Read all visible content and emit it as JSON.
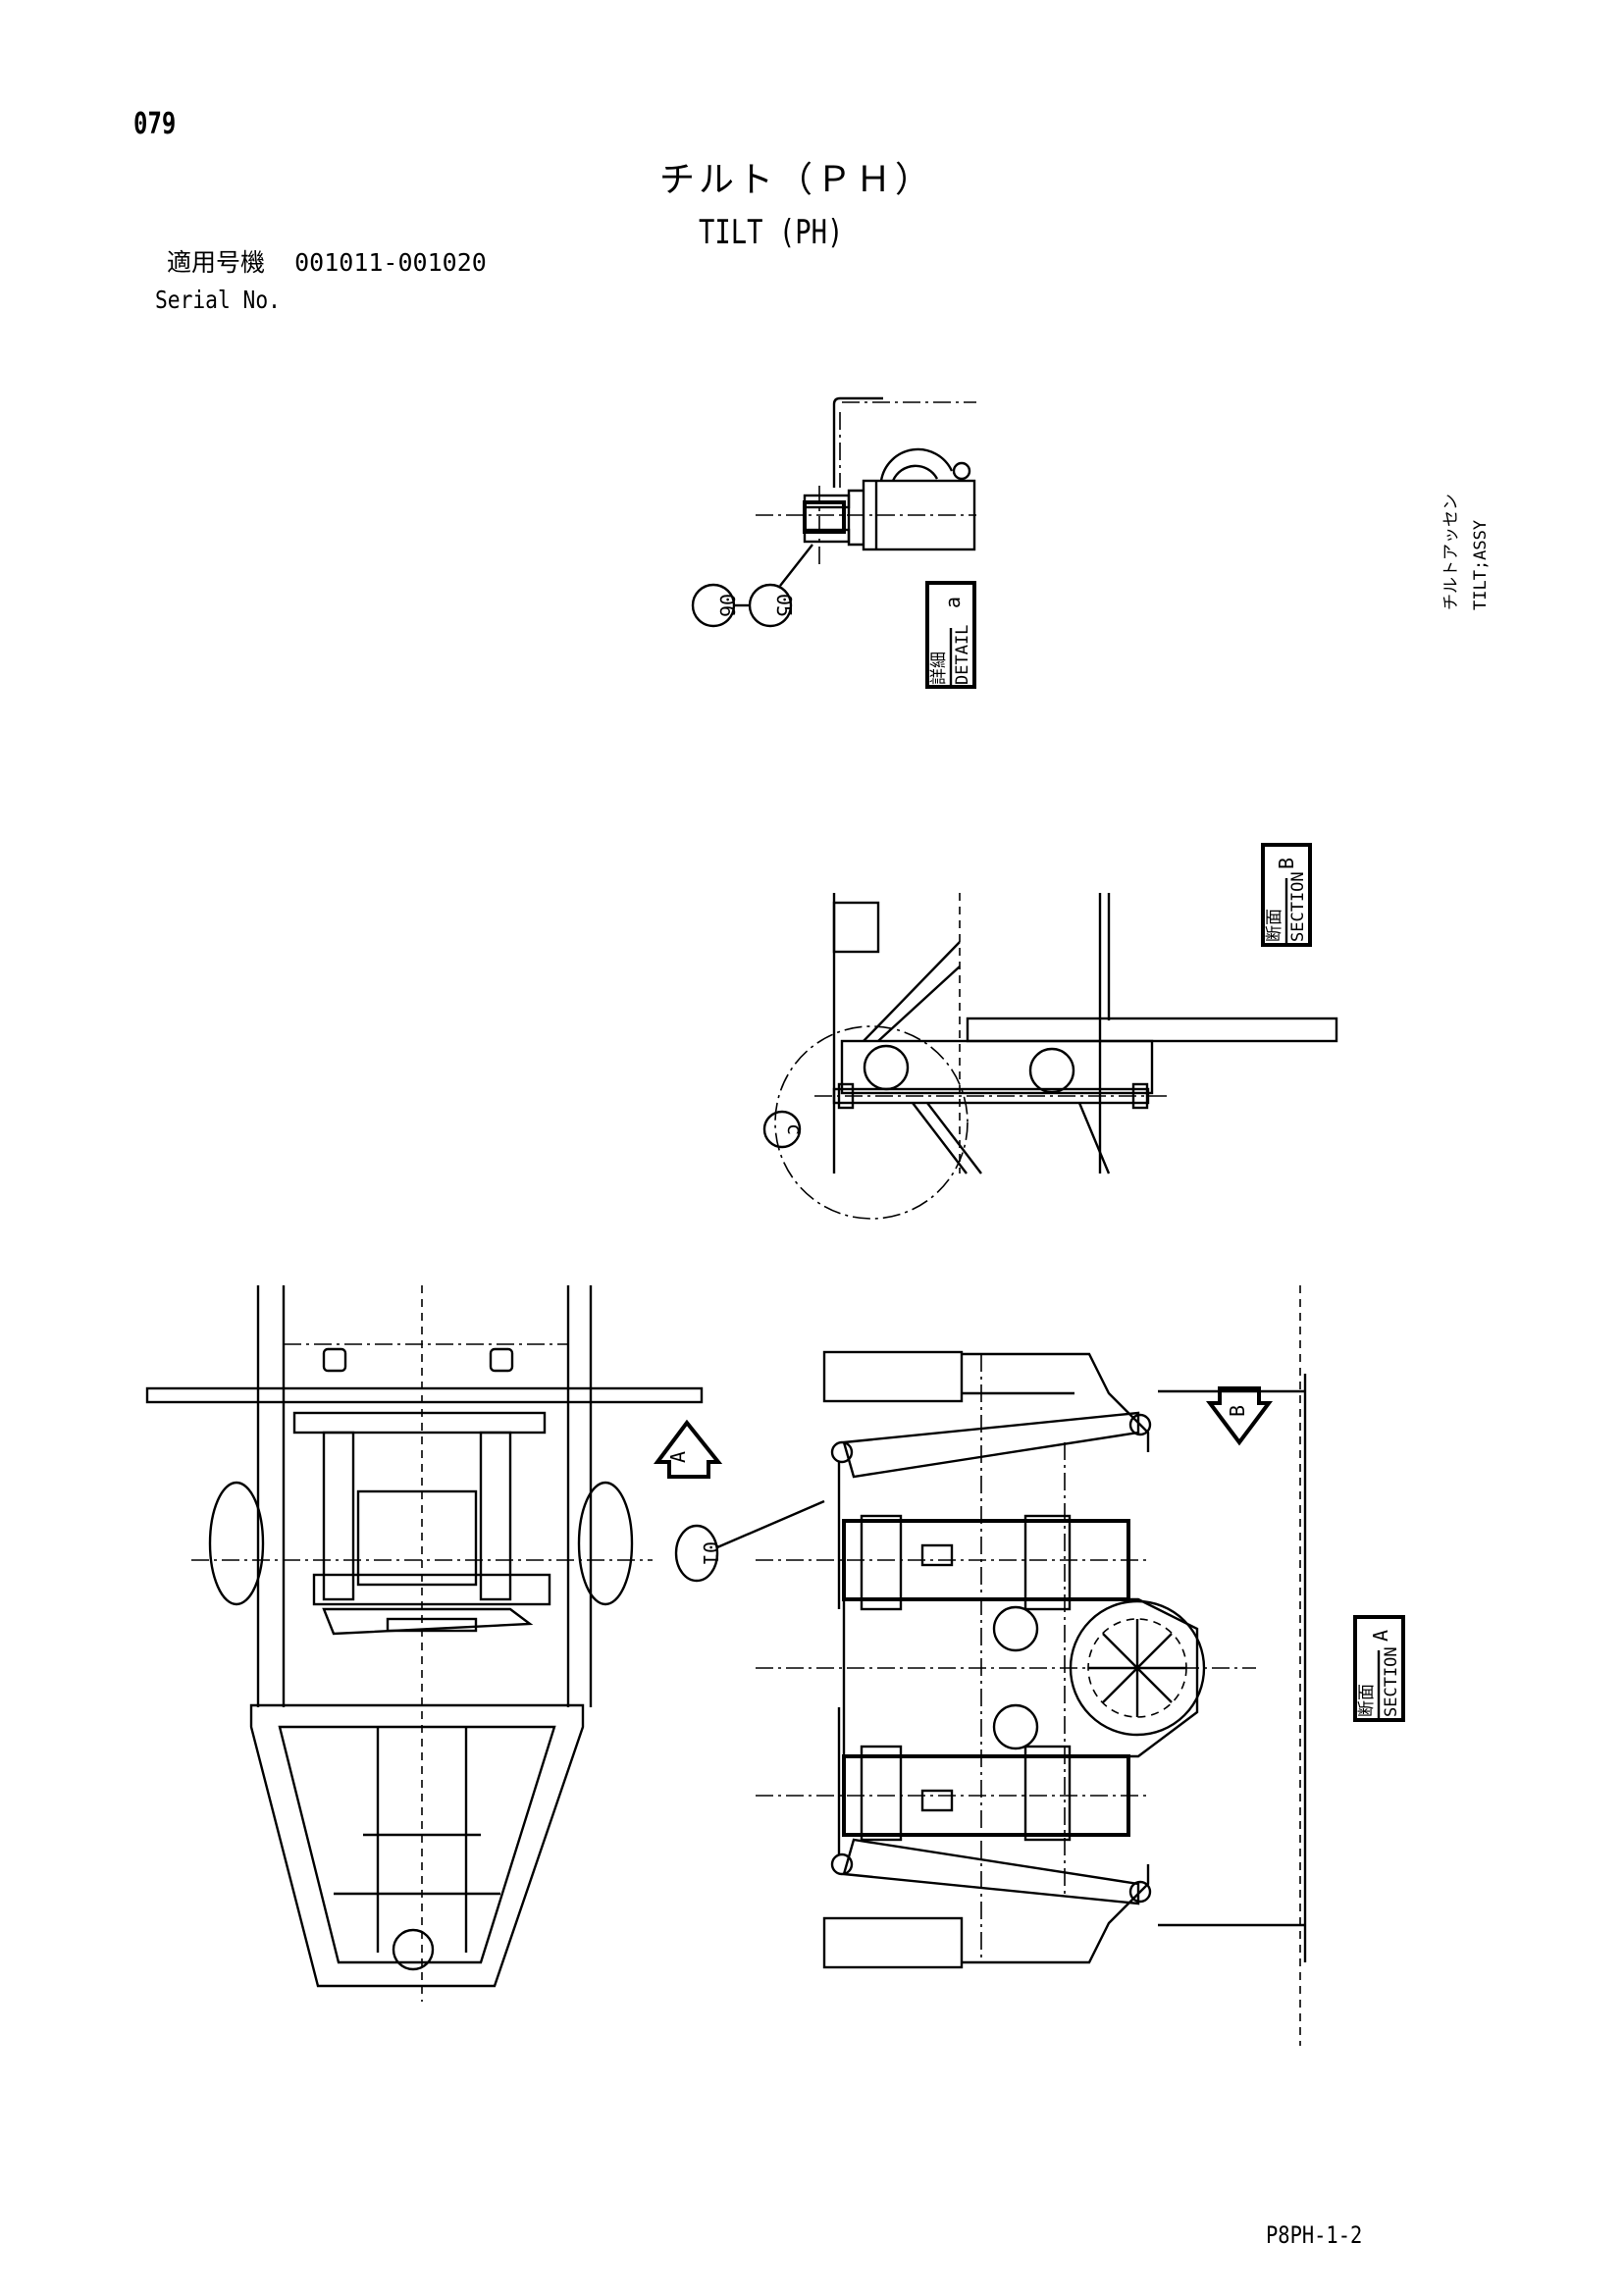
{
  "header": {
    "page_number": "079",
    "title_jp": "チルト（ＰＨ）",
    "title_en": "TILT (PH)",
    "serial_label_jp": "適用号機",
    "serial_range": "001011-001020",
    "serial_label_en": "Serial No."
  },
  "side_label": {
    "jp": "チルトアッセン",
    "en": "TILT;ASSY"
  },
  "views": {
    "detail_a": {
      "jp": "詳細",
      "en": "DETAIL",
      "letter": "a"
    },
    "section_b": {
      "jp": "断面",
      "en": "SECTION",
      "letter": "B"
    },
    "section_a": {
      "jp": "断面",
      "en": "SECTION",
      "letter": "A"
    }
  },
  "view_arrows": {
    "a": "A",
    "b": "B"
  },
  "balloons": {
    "p01": "01",
    "p05": "05",
    "p06": "06",
    "detail_ref": "c"
  },
  "footer": {
    "code": "P8PH-1-2"
  }
}
